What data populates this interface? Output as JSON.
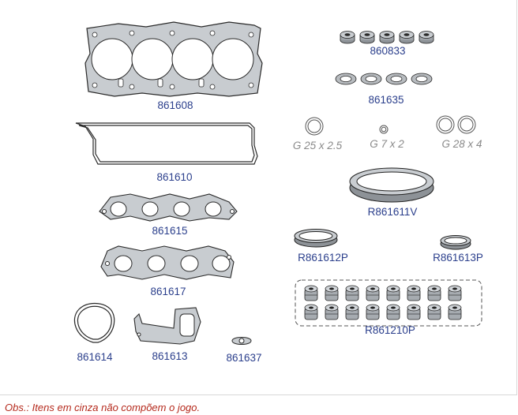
{
  "colors": {
    "part_label": "#2b3f8c",
    "excluded_label": "#8a8a8a",
    "note_text": "#b5291c",
    "gasket_fill": "#c8ccd0",
    "outline": "#2a2a2a"
  },
  "parts": {
    "p861608": "861608",
    "p860833": "860833",
    "p861635": "861635",
    "p861610": "861610",
    "g25": "G 25 x 2.5",
    "g7": "G 7 x 2",
    "g28": "G 28 x 4",
    "pR861611V": "R861611V",
    "p861615": "861615",
    "pR861612P": "R861612P",
    "pR861613P": "R861613P",
    "p861617": "861617",
    "pR861210P": "R861210P",
    "p861614": "861614",
    "p861613": "861613",
    "p861637": "861637"
  },
  "note": "Obs.: Itens em cinza não compõem o jogo."
}
